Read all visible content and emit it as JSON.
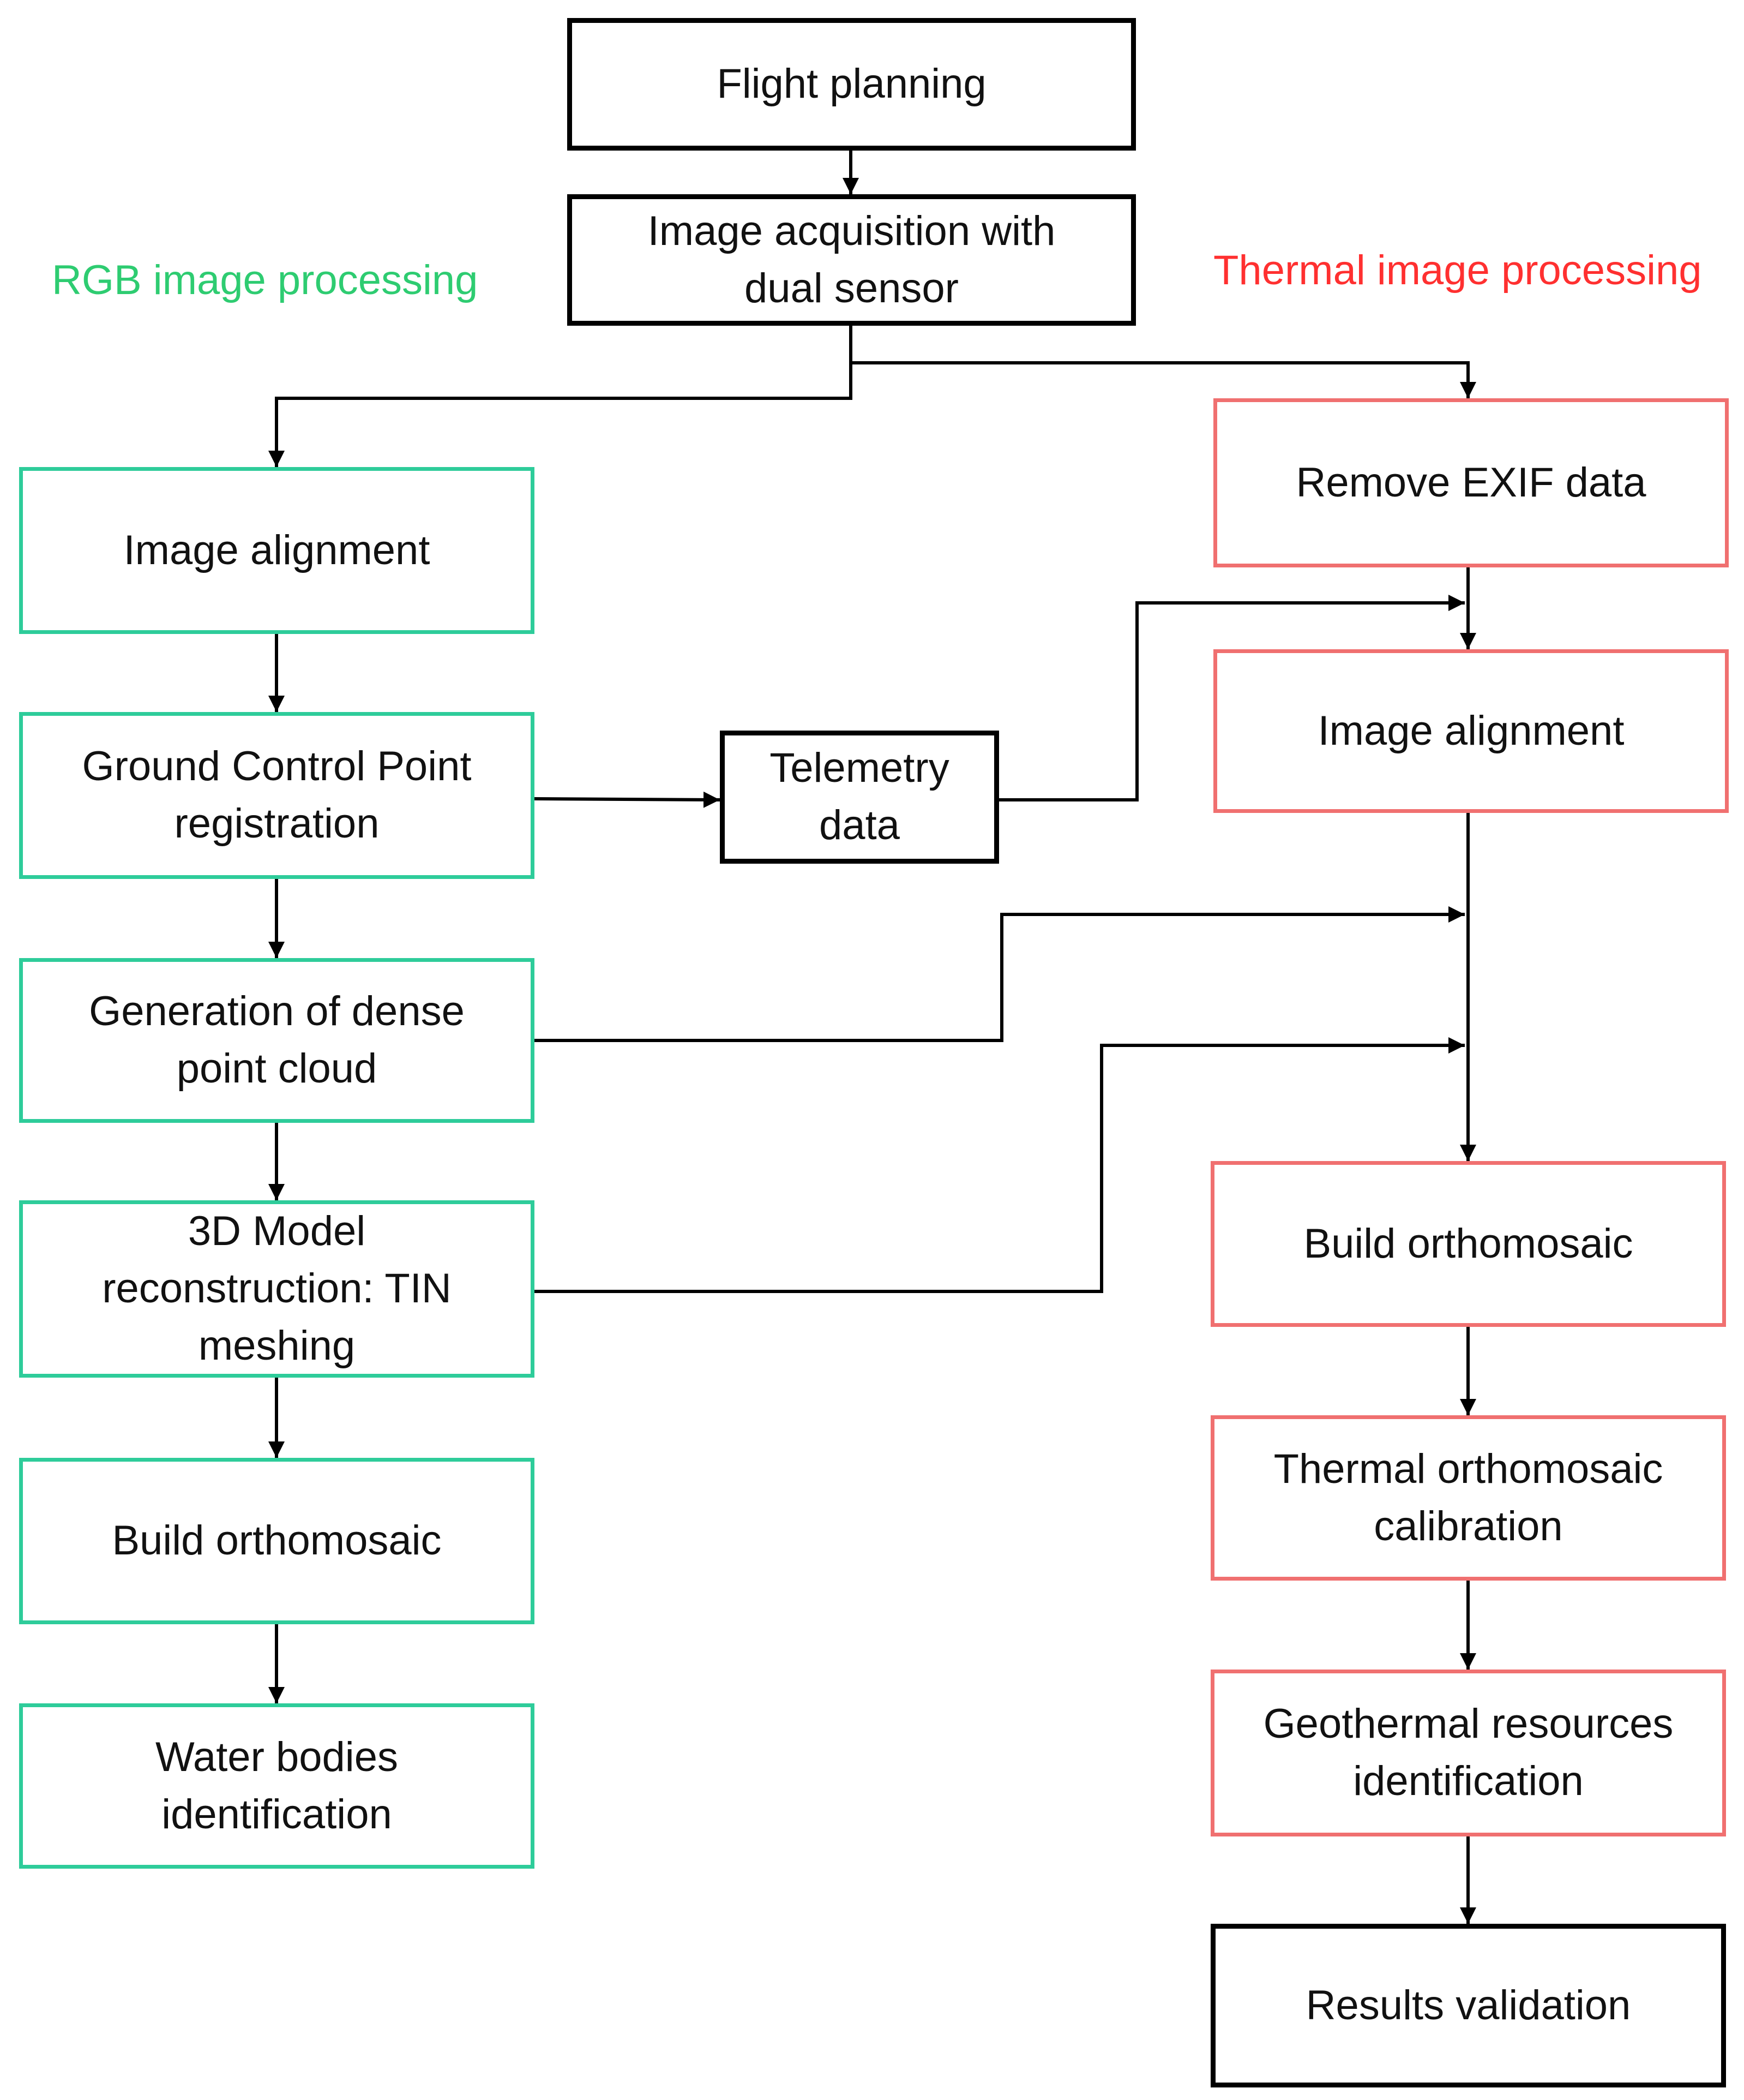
{
  "colors": {
    "rgb_accent": "#2ecc9a",
    "rgb_label": "#2ecc71",
    "thermal_accent": "#f07070",
    "thermal_label": "#ff3030",
    "neutral": "#000000"
  },
  "labels": {
    "rgb_title": "RGB image processing",
    "thermal_title": "Thermal image processing"
  },
  "nodes": {
    "flight_planning": "Flight planning",
    "image_acquisition": "Image acquisition with\ndual sensor",
    "telemetry": "Telemetry\ndata",
    "results_validation": "Results validation",
    "rgb": {
      "image_alignment": "Image alignment",
      "gcp_registration": "Ground Control Point\nregistration",
      "dense_cloud": "Generation of dense\npoint cloud",
      "model_reconstruction": "3D Model\nreconstruction: TIN\nmeshing",
      "build_orthomosaic": "Build orthomosaic",
      "water_bodies": "Water bodies\nidentification"
    },
    "thermal": {
      "remove_exif": "Remove EXIF data",
      "image_alignment": "Image alignment",
      "build_orthomosaic": "Build orthomosaic",
      "orthomosaic_calibration": "Thermal orthomosaic\ncalibration",
      "geothermal_identification": "Geothermal resources\nidentification"
    }
  }
}
